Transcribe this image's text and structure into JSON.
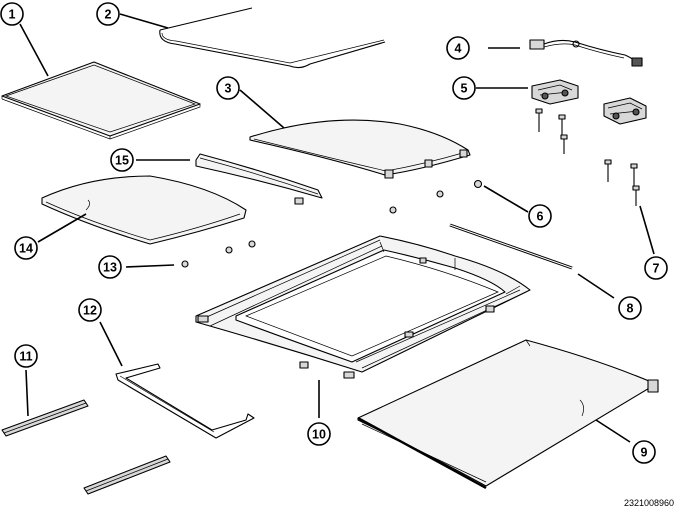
{
  "figure_id": "2321008960",
  "callouts": [
    "1",
    "2",
    "3",
    "4",
    "5",
    "6",
    "7",
    "8",
    "9",
    "10",
    "11",
    "12",
    "13",
    "14",
    "15"
  ],
  "colors": {
    "line": "#000000",
    "background": "#ffffff"
  }
}
